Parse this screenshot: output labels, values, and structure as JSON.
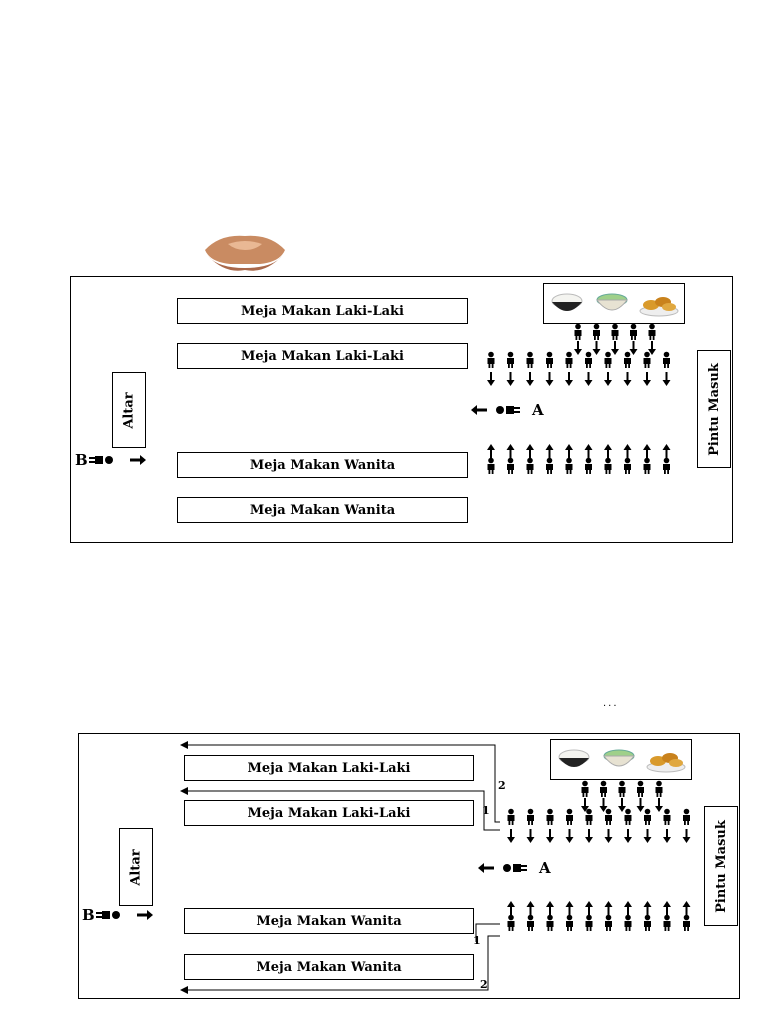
{
  "diagram_top": {
    "tables": [
      {
        "label": "Meja Makan Laki-Laki"
      },
      {
        "label": "Meja Makan Laki-Laki"
      },
      {
        "label": "Meja Makan Wanita"
      },
      {
        "label": "Meja Makan Wanita"
      }
    ],
    "altar": "Altar",
    "entrance": "Pintu Masuk",
    "marker_a": "A",
    "marker_b": "B"
  },
  "diagram_bottom": {
    "tables": [
      {
        "label": "Meja Makan Laki-Laki"
      },
      {
        "label": "Meja Makan Laki-Laki"
      },
      {
        "label": "Meja Makan Wanita"
      },
      {
        "label": "Meja Makan Wanita"
      }
    ],
    "altar": "Altar",
    "entrance": "Pintu Masuk",
    "marker_a": "A",
    "marker_b": "B",
    "route_numbers": [
      "2",
      "1",
      "1",
      "2"
    ],
    "ellipsis": "..."
  },
  "icons": [
    "praying-hands-icon",
    "rice-bowl-icon",
    "soup-bowl-icon",
    "fried-food-icon",
    "person-icon",
    "arrow-icon"
  ]
}
